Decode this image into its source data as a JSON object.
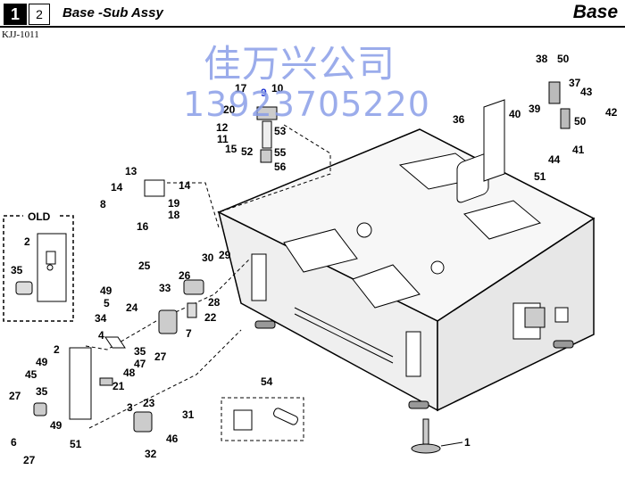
{
  "header": {
    "page_number": "1",
    "page_alt": "2",
    "title": "Base -Sub Assy",
    "section": "Base",
    "code": "KJJ-1011"
  },
  "watermark": {
    "line1": "佳万兴公司",
    "line2": "13923705220"
  },
  "old_label": "OLD",
  "callouts": [
    "1",
    "2",
    "3",
    "4",
    "5",
    "6",
    "7",
    "8",
    "9",
    "10",
    "11",
    "12",
    "13",
    "14",
    "15",
    "16",
    "17",
    "18",
    "19",
    "20",
    "21",
    "22",
    "23",
    "24",
    "25",
    "26",
    "27",
    "28",
    "29",
    "30",
    "31",
    "32",
    "33",
    "34",
    "35",
    "36",
    "37",
    "38",
    "39",
    "40",
    "41",
    "42",
    "43",
    "44",
    "45",
    "46",
    "47",
    "48",
    "49",
    "50",
    "51",
    "52",
    "53",
    "54",
    "55",
    "56"
  ],
  "colors": {
    "accent_callout": "#1a2fd0",
    "watermark": "#8a9ee8"
  }
}
